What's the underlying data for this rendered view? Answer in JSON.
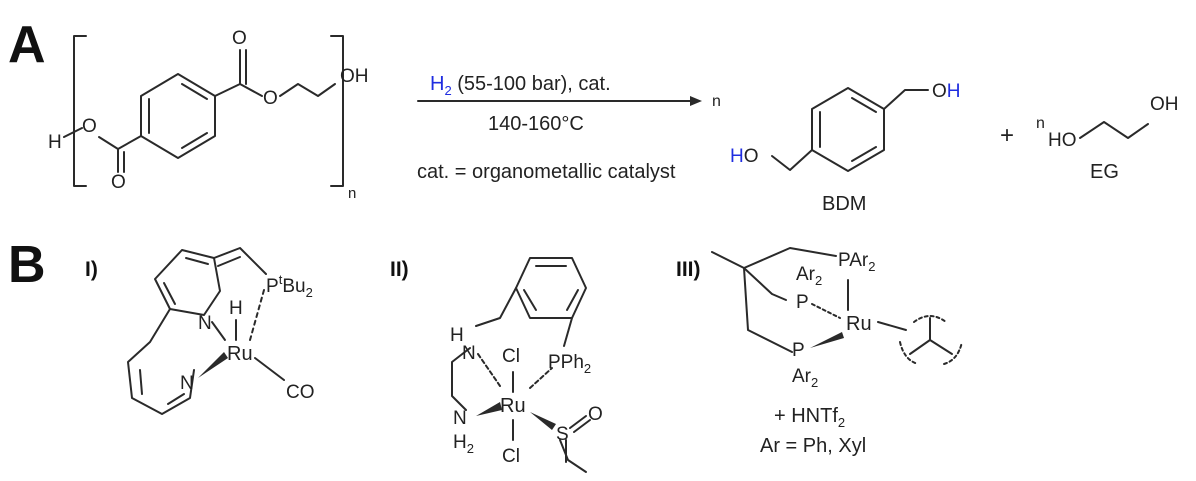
{
  "panel_a": {
    "letter": "A",
    "polymer": {
      "oh": "OH",
      "h": "H",
      "o_left": "O",
      "o_ring": "O",
      "o_ester": "O",
      "o_top": "O",
      "n": "n"
    },
    "conditions": {
      "h2": "H",
      "h2_sub": "2",
      "pressure": " (55-100 bar), cat.",
      "temp": "140-160°C",
      "catalyst": "cat. = organometallic catalyst"
    },
    "products": {
      "n1": "n",
      "bdm_ho_h": "H",
      "bdm_ho_o": "O",
      "bdm_oh_o": "O",
      "bdm_oh_h": "H",
      "bdm_label": "BDM",
      "plus": "+",
      "n2": "n",
      "eg_ho": "HO",
      "eg_oh": "OH",
      "eg_label": "EG"
    }
  },
  "panel_b": {
    "letter": "B",
    "cat1": {
      "label": "I)",
      "n1": "N",
      "n2": "N",
      "h": "H",
      "ru": "Ru",
      "p": "P",
      "tbu_sup": "t",
      "bu": "Bu",
      "bu_sub": "2",
      "co": "CO"
    },
    "cat2": {
      "label": "II)",
      "h": "H",
      "n1": "N",
      "cl1": "Cl",
      "pph": "PPh",
      "pph_sub": "2",
      "ru": "Ru",
      "n2": "N",
      "h2": "H",
      "h2_sub": "2",
      "cl2": "Cl",
      "s": "S",
      "o": "O"
    },
    "cat3": {
      "label": "III)",
      "ar_a": "Ar",
      "ar_a_sub": "2",
      "par": "PAr",
      "par_sub": "2",
      "p1": "P",
      "ru": "Ru",
      "p2": "P",
      "ar_b": "Ar",
      "ar_b_sub": "2",
      "additive": "+ HNTf",
      "additive_sub": "2",
      "ar_def": "Ar = Ph, Xyl"
    }
  }
}
